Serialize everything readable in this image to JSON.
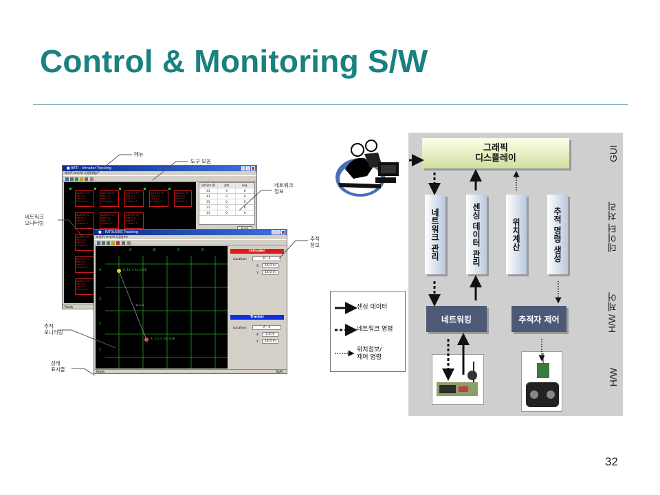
{
  "slide": {
    "title": "Control & Monitoring S/W",
    "page_number": "32"
  },
  "colors": {
    "title": "#1a8080",
    "diagram_bg": "#cfcfcf",
    "top_box": "#e8f2c4",
    "dark_box": "#4c5a78",
    "intruder_bar": "#e01a1a",
    "tracker_bar": "#1030e0"
  },
  "callouts": {
    "menu": "메뉴",
    "toolbar": "도구 모음",
    "network_info": [
      "네트워크",
      "정보"
    ],
    "network_monitoring": [
      "네트워크",
      "모니터링"
    ],
    "tracking_info": [
      "추적",
      "정보"
    ],
    "tracking_monitoring": [
      "추적",
      "모니터링"
    ],
    "status": [
      "상태",
      "표시줄"
    ]
  },
  "screenshot_back": {
    "title": "■ BETI - Intruder Tracking",
    "menu": "파일(F)  보기(V)  도움말(H)",
    "status": "Ready",
    "table_header": [
      "네트워크 ID",
      "상태",
      "Seq."
    ],
    "table_rows": [
      [
        "51",
        "0",
        "0"
      ],
      [
        "41",
        "0",
        "0"
      ],
      [
        "31",
        "0",
        "0"
      ],
      [
        "21",
        "0",
        "0"
      ],
      [
        "11",
        "0",
        "0"
      ]
    ],
    "refresh_button": "재시작",
    "node_text": [
      "Node ID: 55",
      "Msg X: 0",
      "Msg Y: 0",
      "0 Count: 0"
    ]
  },
  "screenshot_front": {
    "title": "■ - INTRUDER Tracking",
    "menu": "파일(F)  보기(V)  도움말(H)",
    "status": "Ready",
    "status_right": "NUM",
    "grid_cols": [
      "A",
      "B",
      "C",
      "D"
    ],
    "grid_rows": [
      "4",
      "3",
      "2",
      "1"
    ],
    "point1_label": "X: 14, Y: 14, 8:28",
    "point2_label": "X: 2.0, Y: 14, 8:28",
    "distance_label": "15.0 m",
    "intruder": {
      "header": "Intruder",
      "location_label": "Location:",
      "location": "D - 4",
      "x_label": "X",
      "x": "14.0 m",
      "y_label": "Y",
      "y": "14.0 m"
    },
    "tracker": {
      "header": "Tracker",
      "location_label": "Location:",
      "location": "A - 4",
      "x_label": "X",
      "x": "2.0 m",
      "y_label": "Y",
      "y": "14.0 m"
    }
  },
  "diagram": {
    "top_box": [
      "그래픽",
      "디스플레이"
    ],
    "boxes": [
      "네트워크 관리",
      "센싱 데이터 관리",
      "위치계산",
      "추적 명령 생성"
    ],
    "networking": "네트워킹",
    "tracker_control": "추적자 제어",
    "layers": [
      "GUI",
      "데이터 처리",
      "H/W 제어",
      "H/W"
    ]
  },
  "legend": {
    "items": [
      {
        "arrow": "solid",
        "text": [
          "센싱 데이터"
        ]
      },
      {
        "arrow": "dashed",
        "text": [
          "네트워크 명령"
        ]
      },
      {
        "arrow": "dotted",
        "text": [
          "위치정보/",
          "제어 명령"
        ]
      }
    ]
  }
}
